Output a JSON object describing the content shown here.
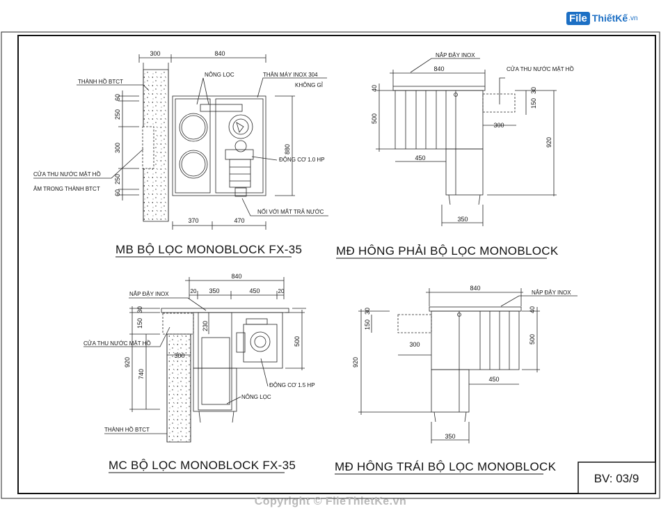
{
  "logo": {
    "brand": "File",
    "name": "ThiếtKế",
    "tld": ".vn"
  },
  "copyright": "Copyright © FileThietKe.vn",
  "sheet_no": "BV: 03/9",
  "views": {
    "plan": {
      "title": "MB BỘ LỌC MONOBLOCK FX-35",
      "labels": {
        "wall": "THÀNH HỒ BTCT",
        "filter": "NÔNG LỌC",
        "body1": "THÂN MÁY INOX 304",
        "body2": "KHÔNG GỈ",
        "motor": "ĐỘNG CƠ 1.0 HP",
        "inlet1": "CỬA THU NƯỚC MẶT HỒ",
        "inlet2": "ÂM TRONG THÀNH BTCT",
        "outlet": "NỐI VỚI MẮT TRẢ NƯỚC"
      },
      "dims": {
        "top_a": "300",
        "top_b": "840",
        "v1": "60",
        "v2": "250",
        "v3": "300",
        "v4": "250",
        "v5": "60",
        "right": "880",
        "bot_a": "370",
        "bot_b": "470"
      }
    },
    "right": {
      "title": "MĐ HÔNG PHẢI BỘ LỌC MONOBLOCK",
      "labels": {
        "lid": "NẮP ĐẬY INOX",
        "inlet": "CỬA THU NƯỚC MẶT HỒ"
      },
      "dims": {
        "top": "840",
        "lid": "40",
        "body": "500",
        "in_w": "300",
        "in_h": "150",
        "in_t": "30",
        "total": "920",
        "lower": "450",
        "base": "350"
      }
    },
    "section": {
      "title": "MC BỘ LỌC MONOBLOCK FX-35",
      "labels": {
        "lid": "NẮP ĐẬY INOX",
        "inlet": "CỬA THU NƯỚC MẶT HỒ",
        "motor": "ĐỘNG CƠ 1.5 HP",
        "filter": "NÔNG LỌC",
        "wall": "THÀNH HỒ BTCT"
      },
      "dims": {
        "top": "840",
        "a": "20",
        "b": "350",
        "c": "450",
        "d": "20",
        "in_h": "150",
        "in_t": "30",
        "gap": "230",
        "body": "500",
        "total": "920",
        "depth": "740",
        "wall": "300"
      }
    },
    "left": {
      "title": "MĐ HÔNG TRÁI BỘ LỌC MONOBLOCK",
      "labels": {
        "lid": "NẮP ĐẬY INOX"
      },
      "dims": {
        "top": "840",
        "lid": "40",
        "in_h": "150",
        "in_t": "30",
        "in_w": "300",
        "body": "500",
        "total": "920",
        "lower": "450",
        "base": "350"
      }
    }
  }
}
